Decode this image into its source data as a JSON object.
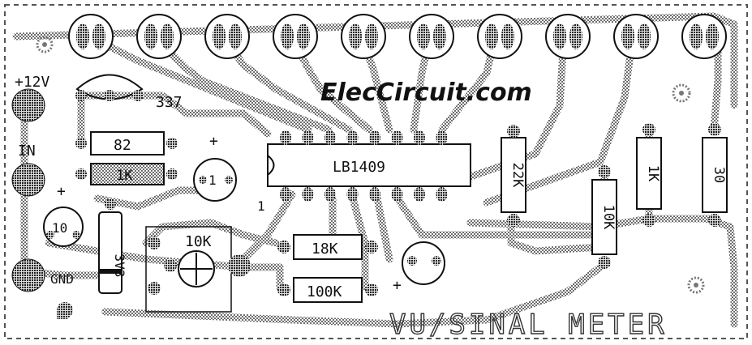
{
  "watermark": "ElecCircuit.com",
  "board_title": "VU/SINAL METER",
  "power": {
    "plus12v": "+12V",
    "in": "IN",
    "gnd": "GND"
  },
  "ic": {
    "part": "LB1409",
    "pin1": "1"
  },
  "transistor": {
    "part": "337"
  },
  "resistors": {
    "r82": "82",
    "r1k_left": "1K",
    "r18k": "18K",
    "r100k": "100K",
    "r22k": "22K",
    "r10k_right": "10K",
    "r1k_right": "1K",
    "r30": "30"
  },
  "capacitors": {
    "c1": "1",
    "c10": "10",
    "c_out": ""
  },
  "plus_marks": {
    "p1": "+",
    "p2": "+",
    "p3": "+"
  },
  "zener": {
    "label": "3V3"
  },
  "trimmer": {
    "label": "10K"
  },
  "colors": {
    "ink": "#111111",
    "trace_hatch": "#7a7a7a",
    "background": "#ffffff"
  },
  "led_count": 10
}
